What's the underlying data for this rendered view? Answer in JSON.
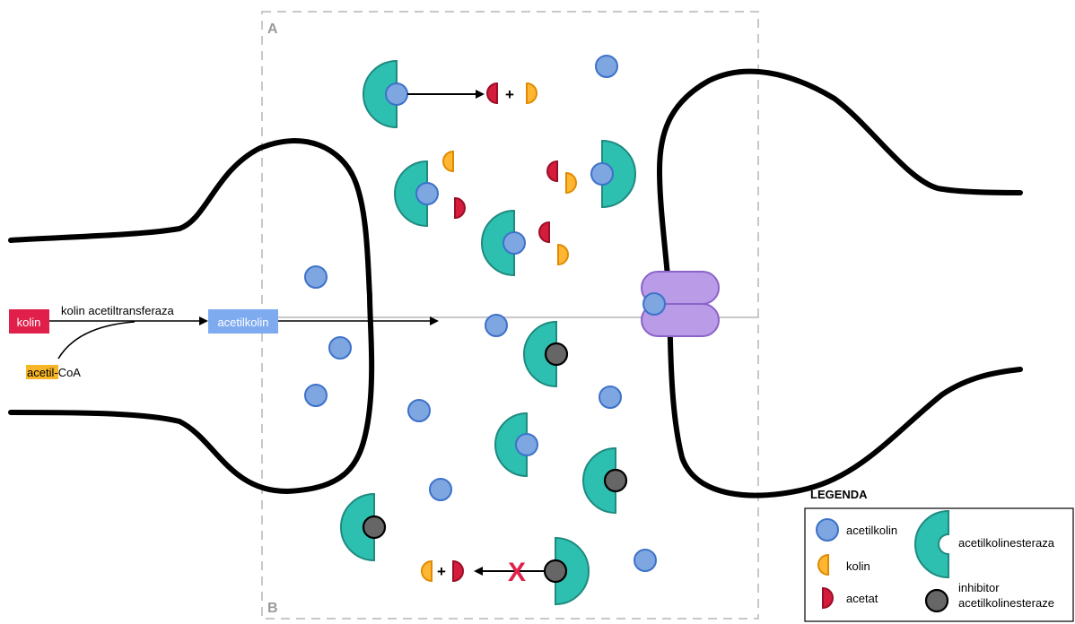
{
  "sections": {
    "a": "A",
    "b": "B"
  },
  "pathway": {
    "kolin": "kolin",
    "enzyme": "kolin acetiltransferaza",
    "acetil": "acetil",
    "coa_suffix": "-CoA",
    "product": "acetilkolin"
  },
  "reaction_top": {
    "plus": "+"
  },
  "reaction_bottom": {
    "plus": "+",
    "blocked_mark": "X"
  },
  "legend": {
    "title": "LEGENDA",
    "acetilkolin": "acetilkolin",
    "kolin": "kolin",
    "acetat": "acetat",
    "esteraza": "acetilkolinesteraza",
    "inhibitor_1": "inhibitor",
    "inhibitor_2": "acetilkolinesteraze"
  },
  "colors": {
    "acetilkolin_fill": "#7ea6e0",
    "acetilkolin_stroke": "#3d72c9",
    "esteraza_fill": "#2dbfb0",
    "esteraza_stroke": "#1f8a80",
    "kolin_fill": "#ffb733",
    "kolin_stroke": "#e08a00",
    "acetat_fill": "#d41c3c",
    "acetat_stroke": "#9a0f27",
    "inhibitor_fill": "#666666",
    "receptor_fill": "#b99be8",
    "receptor_stroke": "#8a64c8",
    "kolin_box": "#e0204b",
    "acetilkolin_box": "#7eaaf0",
    "acetil_highlight": "#f6b628",
    "blocked_mark": "#e0204b"
  }
}
